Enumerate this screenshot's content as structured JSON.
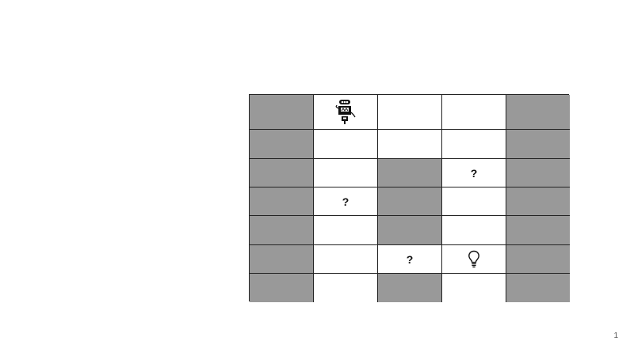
{
  "board": {
    "rows": 7,
    "cols": 5,
    "colors": {
      "wall": "#999999",
      "floor": "#ffffff",
      "grid_line": "#222222"
    },
    "cells": [
      [
        "wall",
        "robot",
        "floor",
        "floor",
        "wall"
      ],
      [
        "wall",
        "floor",
        "floor",
        "floor",
        "wall"
      ],
      [
        "wall",
        "floor",
        "wall",
        "question",
        "wall"
      ],
      [
        "wall",
        "question",
        "wall",
        "floor",
        "wall"
      ],
      [
        "wall",
        "floor",
        "wall",
        "floor",
        "wall"
      ],
      [
        "wall",
        "floor",
        "question",
        "bulb",
        "wall"
      ],
      [
        "wall",
        "floor",
        "wall",
        "floor",
        "wall"
      ]
    ],
    "question_mark": "?",
    "icons": {
      "robot": "robot-icon",
      "bulb": "lightbulb-icon"
    }
  },
  "page": {
    "number": "1"
  }
}
